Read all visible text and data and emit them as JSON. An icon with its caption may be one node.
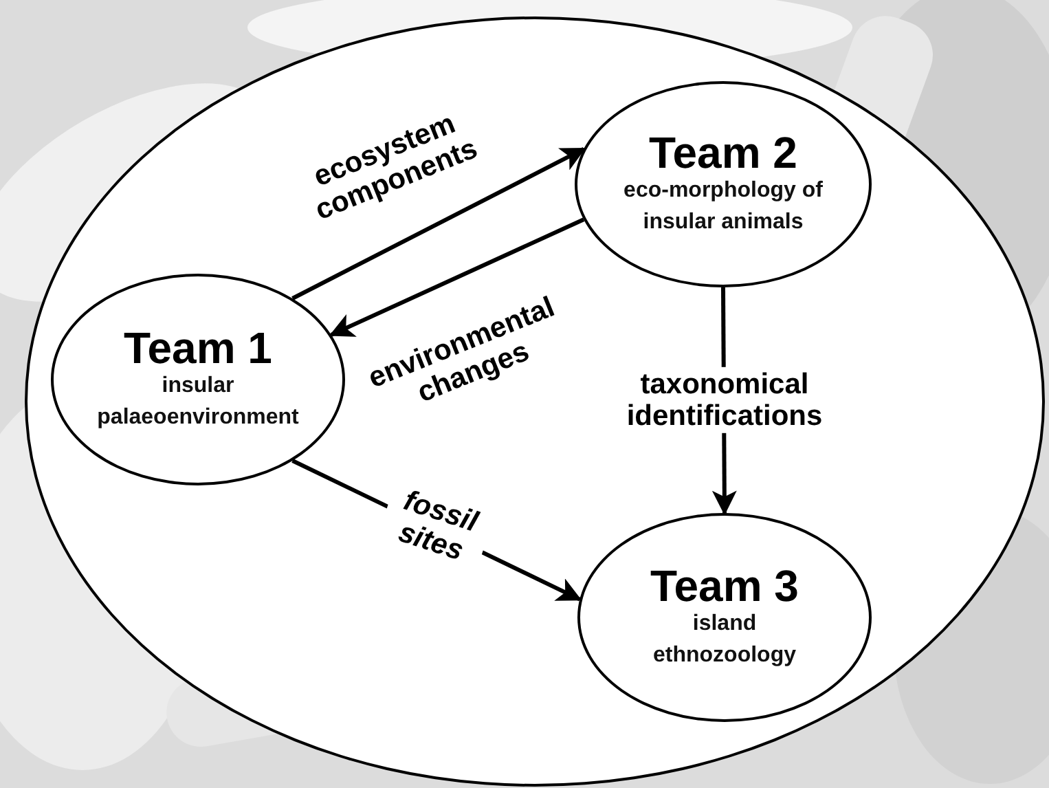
{
  "diagram": {
    "nodes": [
      {
        "text": [],
        "shape": "ellipse"
      },
      {
        "text": [
          "Team 2",
          "eco-morphology of insular animals"
        ],
        "in": 0
      },
      {
        "text": [
          "Team 1",
          "insular palaeoenvironment"
        ],
        "in": 0
      },
      {
        "text": [
          "Team 3",
          "island ethnozoology"
        ],
        "in": 0
      }
    ],
    "edges": [
      {
        "from": 2,
        "to": 1,
        "arrow": "to",
        "label": "ecosystem components"
      },
      {
        "from": 1,
        "to": 2,
        "arrow": "to",
        "label": "environmental changes"
      },
      {
        "from": 1,
        "to": 3,
        "arrow": "to",
        "label": "taxonomical identifications"
      },
      {
        "from": 2,
        "to": 3,
        "arrow": "to",
        "label": "fossil sites"
      }
    ]
  }
}
